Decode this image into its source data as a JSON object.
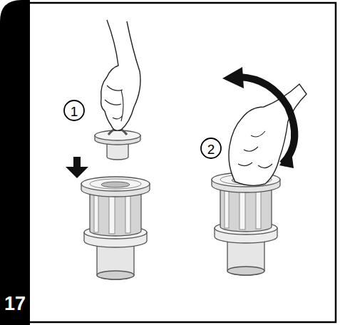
{
  "diagram": {
    "labels": [
      "1",
      "2",
      "17"
    ]
  }
}
